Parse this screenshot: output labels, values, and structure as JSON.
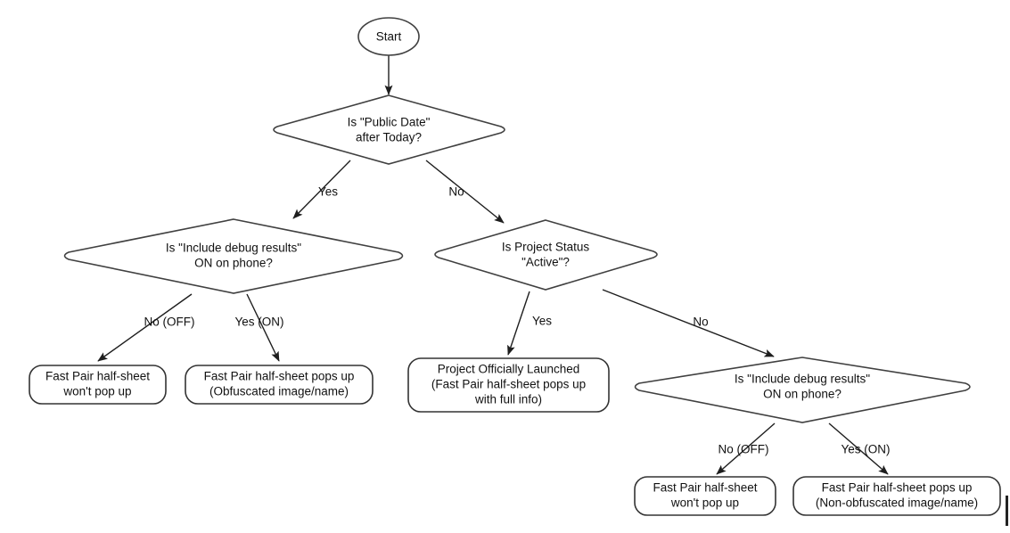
{
  "diagram": {
    "type": "flowchart",
    "title": "Fast Pair half-sheet decision flow",
    "orientation": "top-down",
    "background_color": "#ffffff",
    "node_stroke_color": "#404040",
    "edge_color": "#1e1e1e",
    "text_color": "#111111"
  },
  "nodes": {
    "start": {
      "shape": "ellipse",
      "label": "Start"
    },
    "q_public_date": {
      "shape": "diamond",
      "line1": "Is \"Public Date\"",
      "line2": "after Today?"
    },
    "q_debug_left": {
      "shape": "diamond",
      "line1": "Is \"Include debug results\"",
      "line2": "ON on phone?"
    },
    "q_project_status": {
      "shape": "diamond",
      "line1": "Is Project Status",
      "line2": "\"Active\"?"
    },
    "q_debug_right": {
      "shape": "diamond",
      "line1": "Is \"Include debug results\"",
      "line2": "ON on phone?"
    },
    "out_left_off": {
      "shape": "rounded-rect",
      "line1": "Fast Pair half-sheet",
      "line2": "won't pop up"
    },
    "out_left_on": {
      "shape": "rounded-rect",
      "line1": "Fast Pair half-sheet pops up",
      "line2": "(Obfuscated image/name)"
    },
    "out_launched": {
      "shape": "rounded-rect",
      "line1": "Project Officially Launched",
      "line2": "(Fast Pair half-sheet pops up",
      "line3": "with full info)"
    },
    "out_right_off": {
      "shape": "rounded-rect",
      "line1": "Fast Pair half-sheet",
      "line2": "won't pop up"
    },
    "out_right_on": {
      "shape": "rounded-rect",
      "line1": "Fast Pair half-sheet pops up",
      "line2": "(Non-obfuscated image/name)"
    }
  },
  "edge_labels": {
    "public_date_yes": "Yes",
    "public_date_no": "No",
    "debug_left_off": "No (OFF)",
    "debug_left_on": "Yes (ON)",
    "project_status_yes": "Yes",
    "project_status_no": "No",
    "debug_right_off": "No (OFF)",
    "debug_right_on": "Yes (ON)"
  }
}
